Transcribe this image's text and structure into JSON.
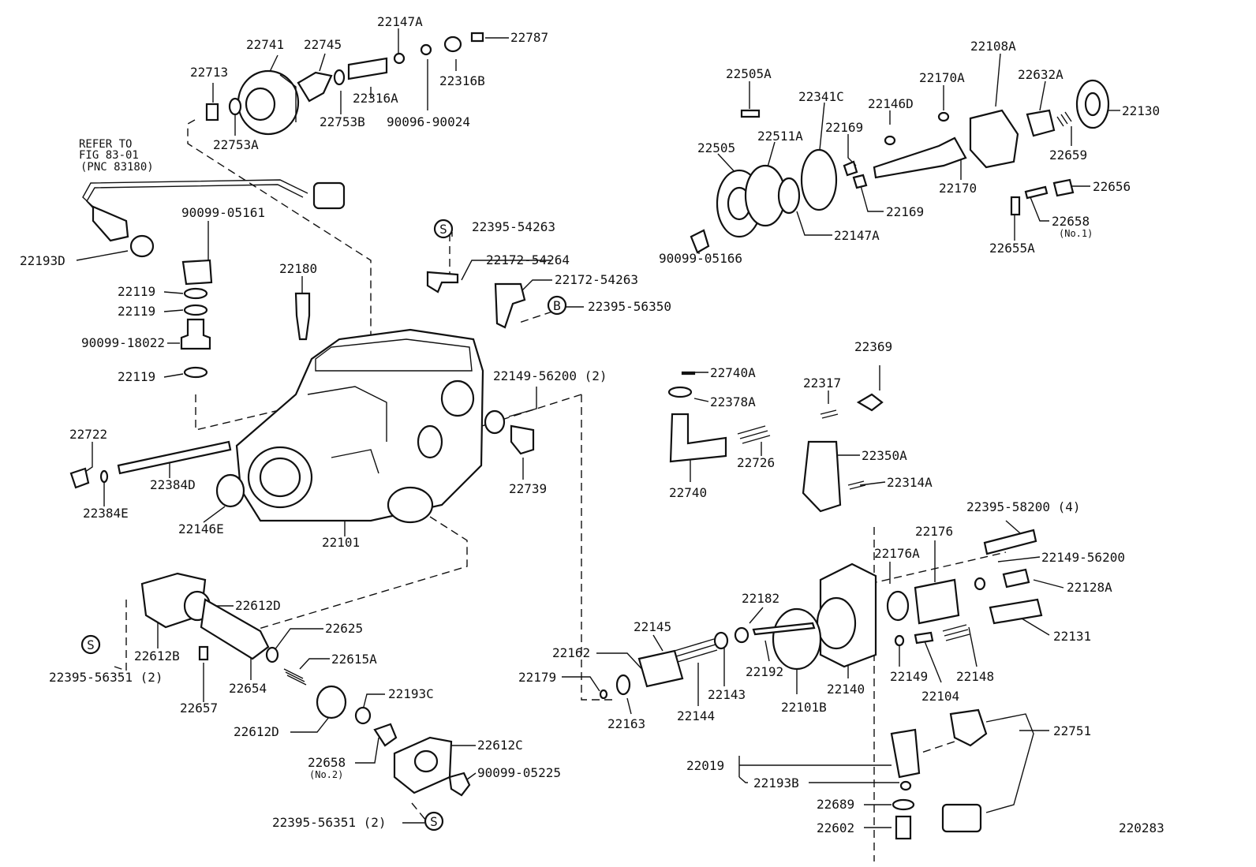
{
  "figure_id": "220283",
  "refer_note": [
    "REFER TO",
    "FIG 83-01",
    "(PNC 83180)"
  ],
  "symbols": {
    "s": "S",
    "b": "B"
  },
  "labels": {
    "p22147A_top": "22147A",
    "p22787": "22787",
    "p22741": "22741",
    "p22745": "22745",
    "p22713": "22713",
    "p22316A": "22316A",
    "p22316B": "22316B",
    "p22753B": "22753B",
    "p90096_90024": "90096-90024",
    "p22753A": "22753A",
    "p22193D": "22193D",
    "p90099_05161": "90099-05161",
    "p22119_a": "22119",
    "p22119_b": "22119",
    "p90099_18022": "90099-18022",
    "p22119_c": "22119",
    "p22180": "22180",
    "p22395_54263": "22395-54263",
    "p22172_54264": "22172-54264",
    "p22172_54263": "22172-54263",
    "p22395_56350": "22395-56350",
    "p22149_56200_2": "22149-56200 (2)",
    "p22722": "22722",
    "p22384D": "22384D",
    "p22384E": "22384E",
    "p22146E": "22146E",
    "p22101": "22101",
    "p22739": "22739",
    "p22612D_a": "22612D",
    "p22612B": "22612B",
    "p22625": "22625",
    "p22615A": "22615A",
    "p22395_56351_a": "22395-56351 (2)",
    "p22657": "22657",
    "p22654": "22654",
    "p22612D_b": "22612D",
    "p22193C": "22193C",
    "p22658_no2": "22658",
    "p22658_no2_sub": "(No.2)",
    "p22612C": "22612C",
    "p90099_05225": "90099-05225",
    "p22395_56351_b": "22395-56351 (2)",
    "p22505A": "22505A",
    "p22341C": "22341C",
    "p22511A": "22511A",
    "p22505": "22505",
    "p22146D": "22146D",
    "p22169_a": "22169",
    "p22169_b": "22169",
    "p22147A_right": "22147A",
    "p90099_05166": "90099-05166",
    "p22170A": "22170A",
    "p22108A": "22108A",
    "p22632A": "22632A",
    "p22130": "22130",
    "p22659": "22659",
    "p22170": "22170",
    "p22656": "22656",
    "p22658_no1": "22658",
    "p22658_no1_sub": "(No.1)",
    "p22655A": "22655A",
    "p22369": "22369",
    "p22740A": "22740A",
    "p22317": "22317",
    "p22378A": "22378A",
    "p22726": "22726",
    "p22350A": "22350A",
    "p22740": "22740",
    "p22314A": "22314A",
    "p22395_58200_4": "22395-58200 (4)",
    "p22176": "22176",
    "p22176A": "22176A",
    "p22149_56200": "22149-56200",
    "p22128A": "22128A",
    "p22182": "22182",
    "p22145": "22145",
    "p22162": "22162",
    "p22179": "22179",
    "p22163": "22163",
    "p22144": "22144",
    "p22143": "22143",
    "p22192": "22192",
    "p22101B": "22101B",
    "p22140": "22140",
    "p22149": "22149",
    "p22104": "22104",
    "p22148": "22148",
    "p22131": "22131",
    "p22751": "22751",
    "p22019": "22019",
    "p22193B": "22193B",
    "p22689": "22689",
    "p22602": "22602"
  }
}
